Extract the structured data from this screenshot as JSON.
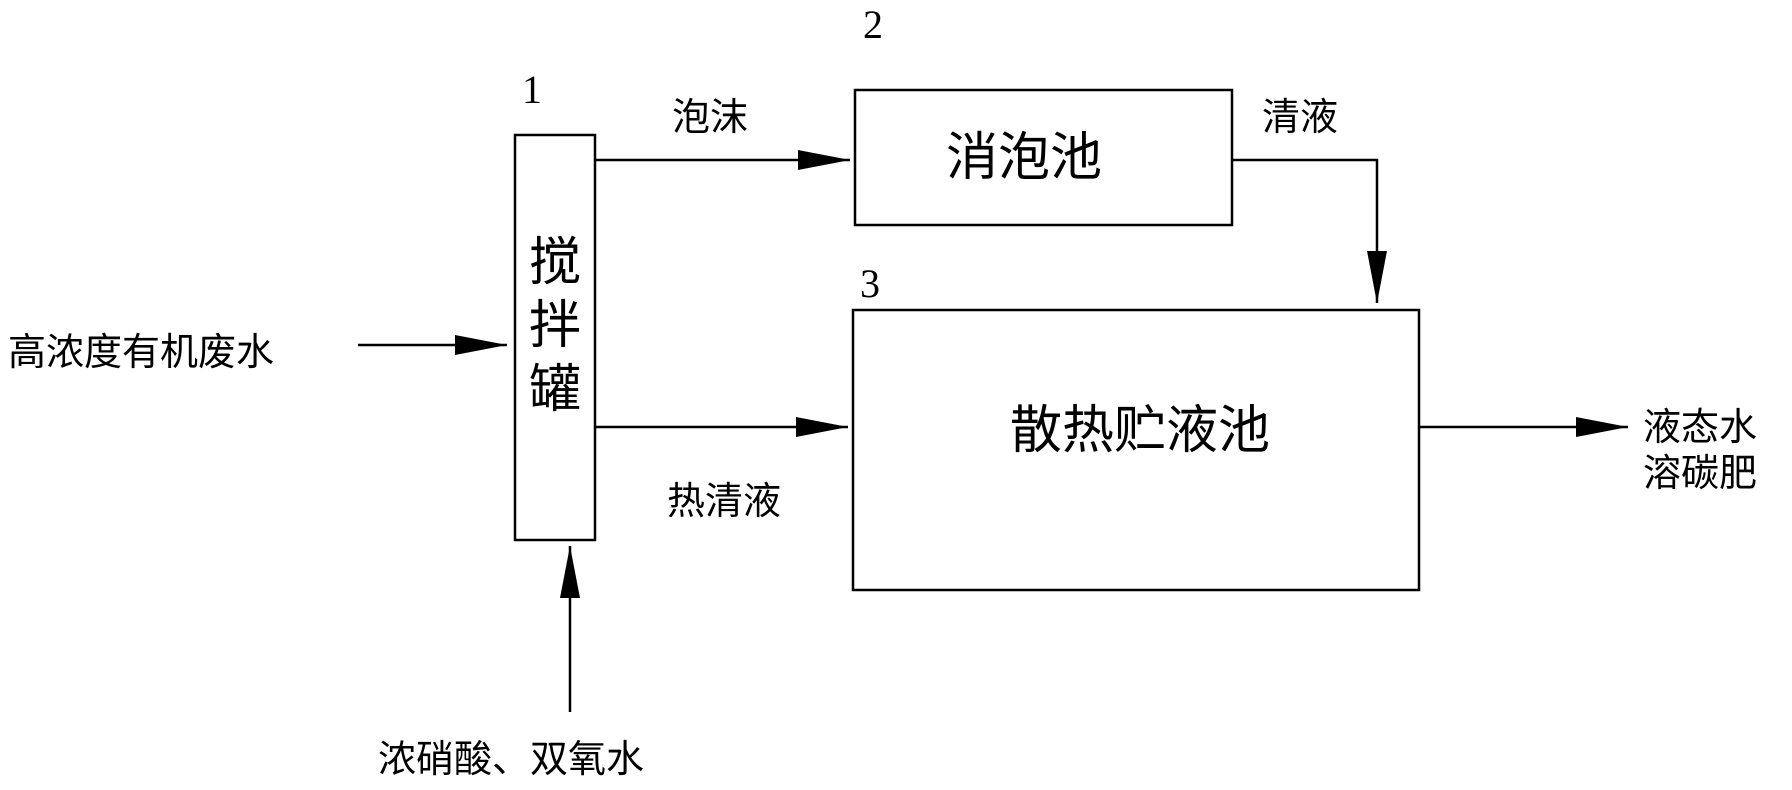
{
  "diagram": {
    "type": "process-flow",
    "nodes": {
      "stir_tank": {
        "number": "1",
        "label": "搅拌罐"
      },
      "defoam_pool": {
        "number": "2",
        "label": "消泡池"
      },
      "storage_pool": {
        "number": "3",
        "label": "散热贮液池"
      }
    },
    "flows": {
      "input_wastewater": "高浓度有机废水",
      "input_reagents": "浓硝酸、双氧水",
      "foam": "泡沫",
      "clear_liquid": "清液",
      "hot_clear_liquid": "热清液",
      "output_product_line1": "液态水",
      "output_product_line2": "溶碳肥"
    },
    "colors": {
      "stroke": "#000000",
      "background": "#ffffff"
    }
  }
}
